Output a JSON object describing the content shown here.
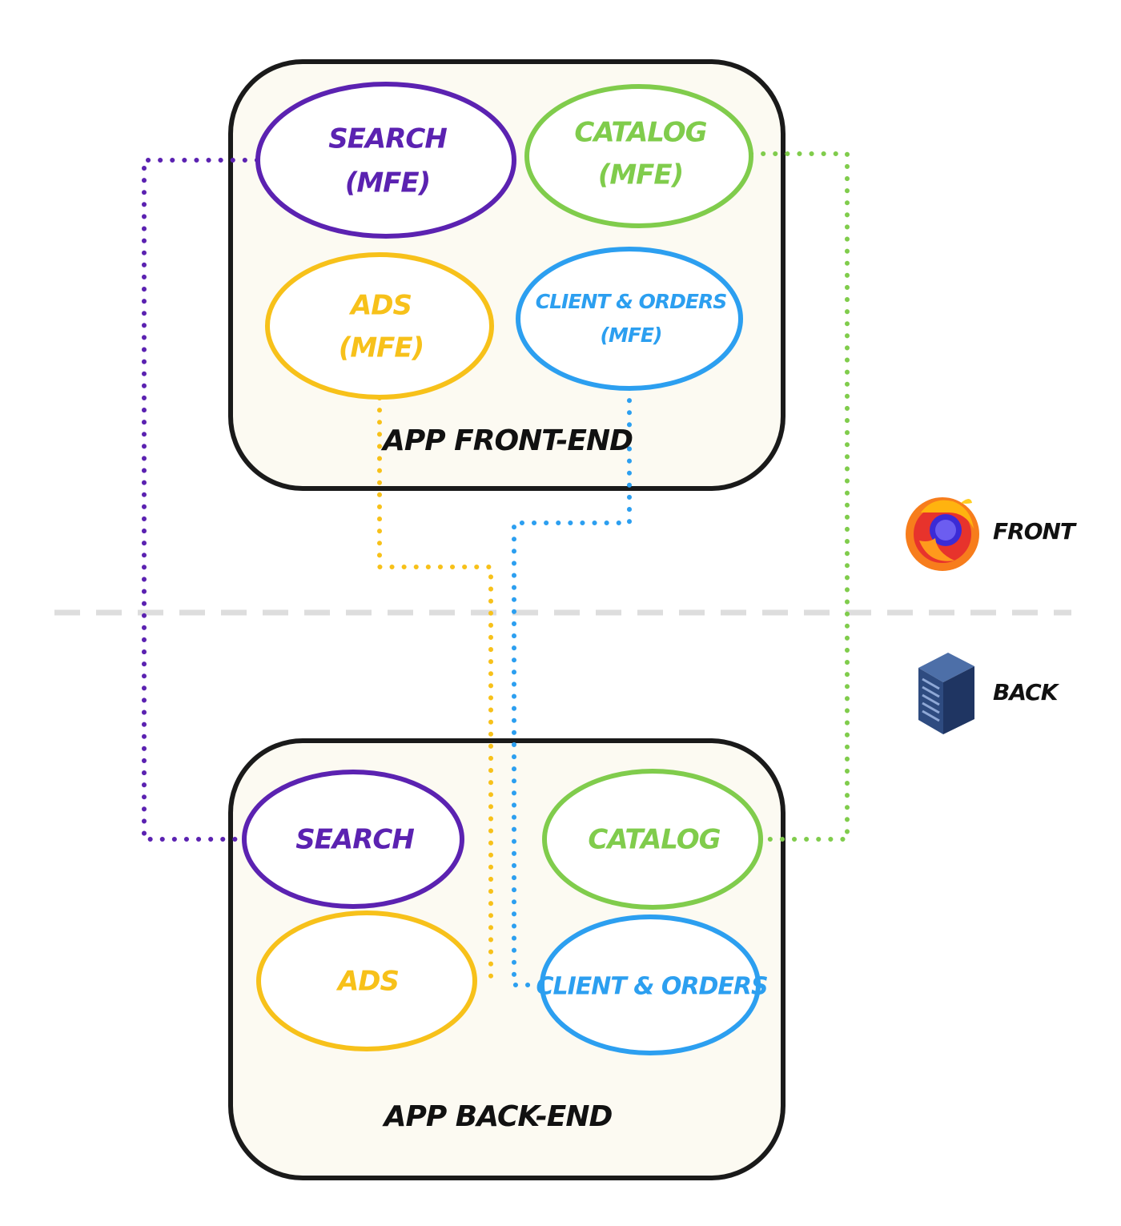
{
  "colors": {
    "search": "#5b22b1",
    "catalog": "#80cc4c",
    "ads": "#f7c11a",
    "client_orders": "#2c9ff0",
    "box_stroke": "#1a1a1a",
    "box_fill": "#fcfaf2",
    "divider": "#dddddd"
  },
  "front_box": {
    "title": "APP FRONT-END",
    "modules": {
      "search": {
        "line1": "SEARCH",
        "line2": "(MFE)"
      },
      "catalog": {
        "line1": "CATALOG",
        "line2": "(MFE)"
      },
      "ads": {
        "line1": "ADS",
        "line2": "(MFE)"
      },
      "client_orders": {
        "line1": "CLIENT & ORDERS",
        "line2": "(MFE)"
      }
    }
  },
  "back_box": {
    "title": "APP BACK-END",
    "modules": {
      "search": {
        "label": "SEARCH"
      },
      "catalog": {
        "label": "CATALOG"
      },
      "ads": {
        "label": "ADS"
      },
      "client_orders": {
        "label": "CLIENT & ORDERS"
      }
    }
  },
  "legend": {
    "front": {
      "label": "FRONT",
      "icon": "firefox-icon"
    },
    "back": {
      "label": "BACK",
      "icon": "server-icon"
    }
  }
}
